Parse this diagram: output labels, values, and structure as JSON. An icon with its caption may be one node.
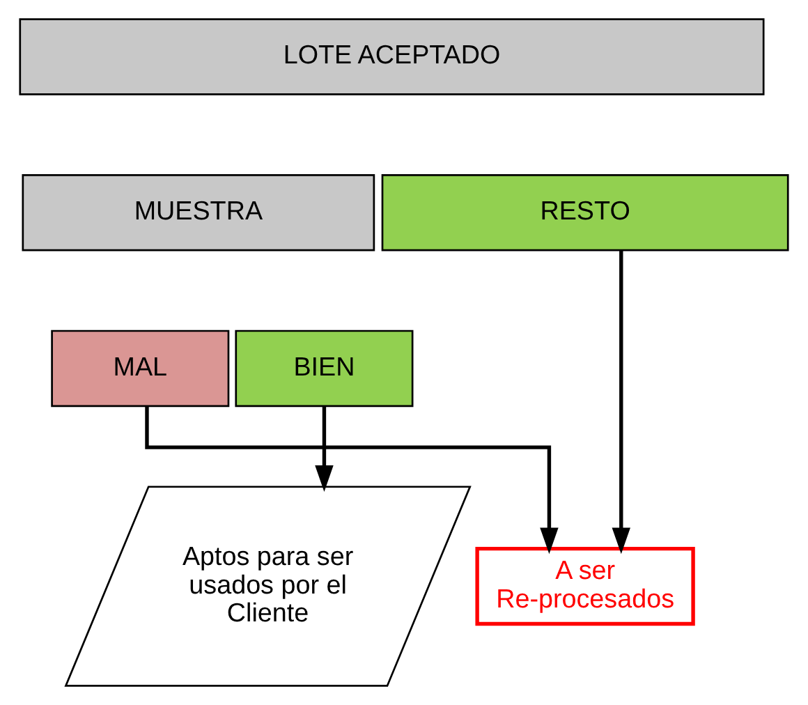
{
  "diagram": {
    "nodes": [
      {
        "text": [
          "LOTE ACEPTADO"
        ]
      },
      {
        "text": [
          "MUESTRA"
        ]
      },
      {
        "text": [
          "RESTO"
        ]
      },
      {
        "text": [
          "MAL"
        ]
      },
      {
        "text": [
          "BIEN"
        ]
      },
      {
        "text": [
          "A ser Re-procesados"
        ]
      },
      {
        "text": [
          "Aptos para ser usados por el Cliente"
        ]
      }
    ],
    "edges": [
      {
        "from": 3,
        "to": 5,
        "arrow": "to"
      },
      {
        "from": 2,
        "to": 5,
        "arrow": "to"
      },
      {
        "from": 4,
        "to": 6,
        "arrow": "to"
      }
    ]
  }
}
